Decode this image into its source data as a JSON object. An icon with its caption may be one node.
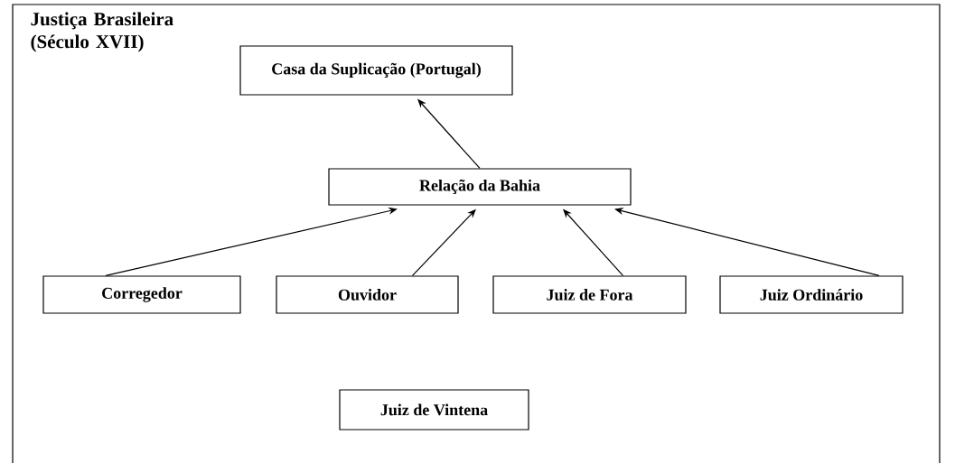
{
  "diagram": {
    "title": "Justiça Brasileira (Século XVII)",
    "nodes": [
      {
        "text": [
          "Casa da Suplicação (Portugal)"
        ]
      },
      {
        "text": [
          "Relação da Bahia"
        ]
      },
      {
        "text": [
          "Corregedor"
        ]
      },
      {
        "text": [
          "Ouvidor"
        ]
      },
      {
        "text": [
          "Juiz de Fora"
        ]
      },
      {
        "text": [
          "Juiz Ordinário"
        ]
      },
      {
        "text": [
          "Juiz de Vintena"
        ]
      }
    ],
    "edges": [
      {
        "from": 1,
        "to": 0,
        "arrow": "to"
      },
      {
        "from": 2,
        "to": 1,
        "arrow": "to"
      },
      {
        "from": 3,
        "to": 1,
        "arrow": "to"
      },
      {
        "from": 4,
        "to": 1,
        "arrow": "to"
      },
      {
        "from": 5,
        "to": 1,
        "arrow": "to"
      }
    ]
  }
}
